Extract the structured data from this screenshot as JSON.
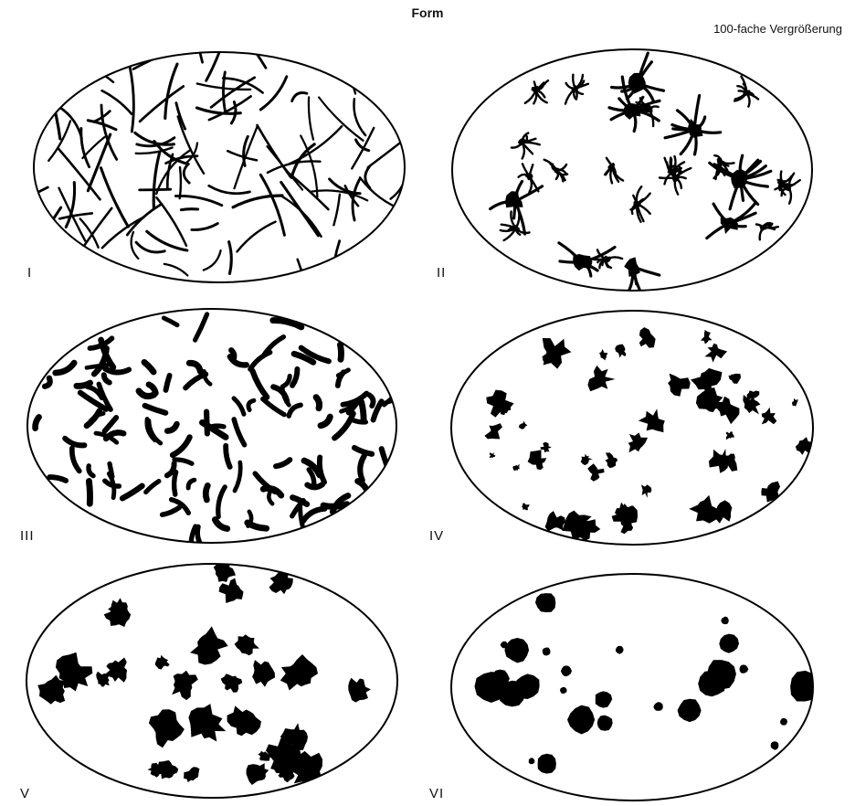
{
  "header": {
    "title": "Form",
    "magnification": "100-fache Vergrößerung"
  },
  "panels": [
    {
      "label": "I",
      "shape": "fine-threads"
    },
    {
      "label": "II",
      "shape": "branched-star"
    },
    {
      "label": "III",
      "shape": "worm-like"
    },
    {
      "label": "IV",
      "shape": "small-flakes"
    },
    {
      "label": "V",
      "shape": "irregular-clumps"
    },
    {
      "label": "VI",
      "shape": "round-spots"
    }
  ],
  "colors": {
    "ink": "#000000",
    "paper": "#ffffff"
  }
}
